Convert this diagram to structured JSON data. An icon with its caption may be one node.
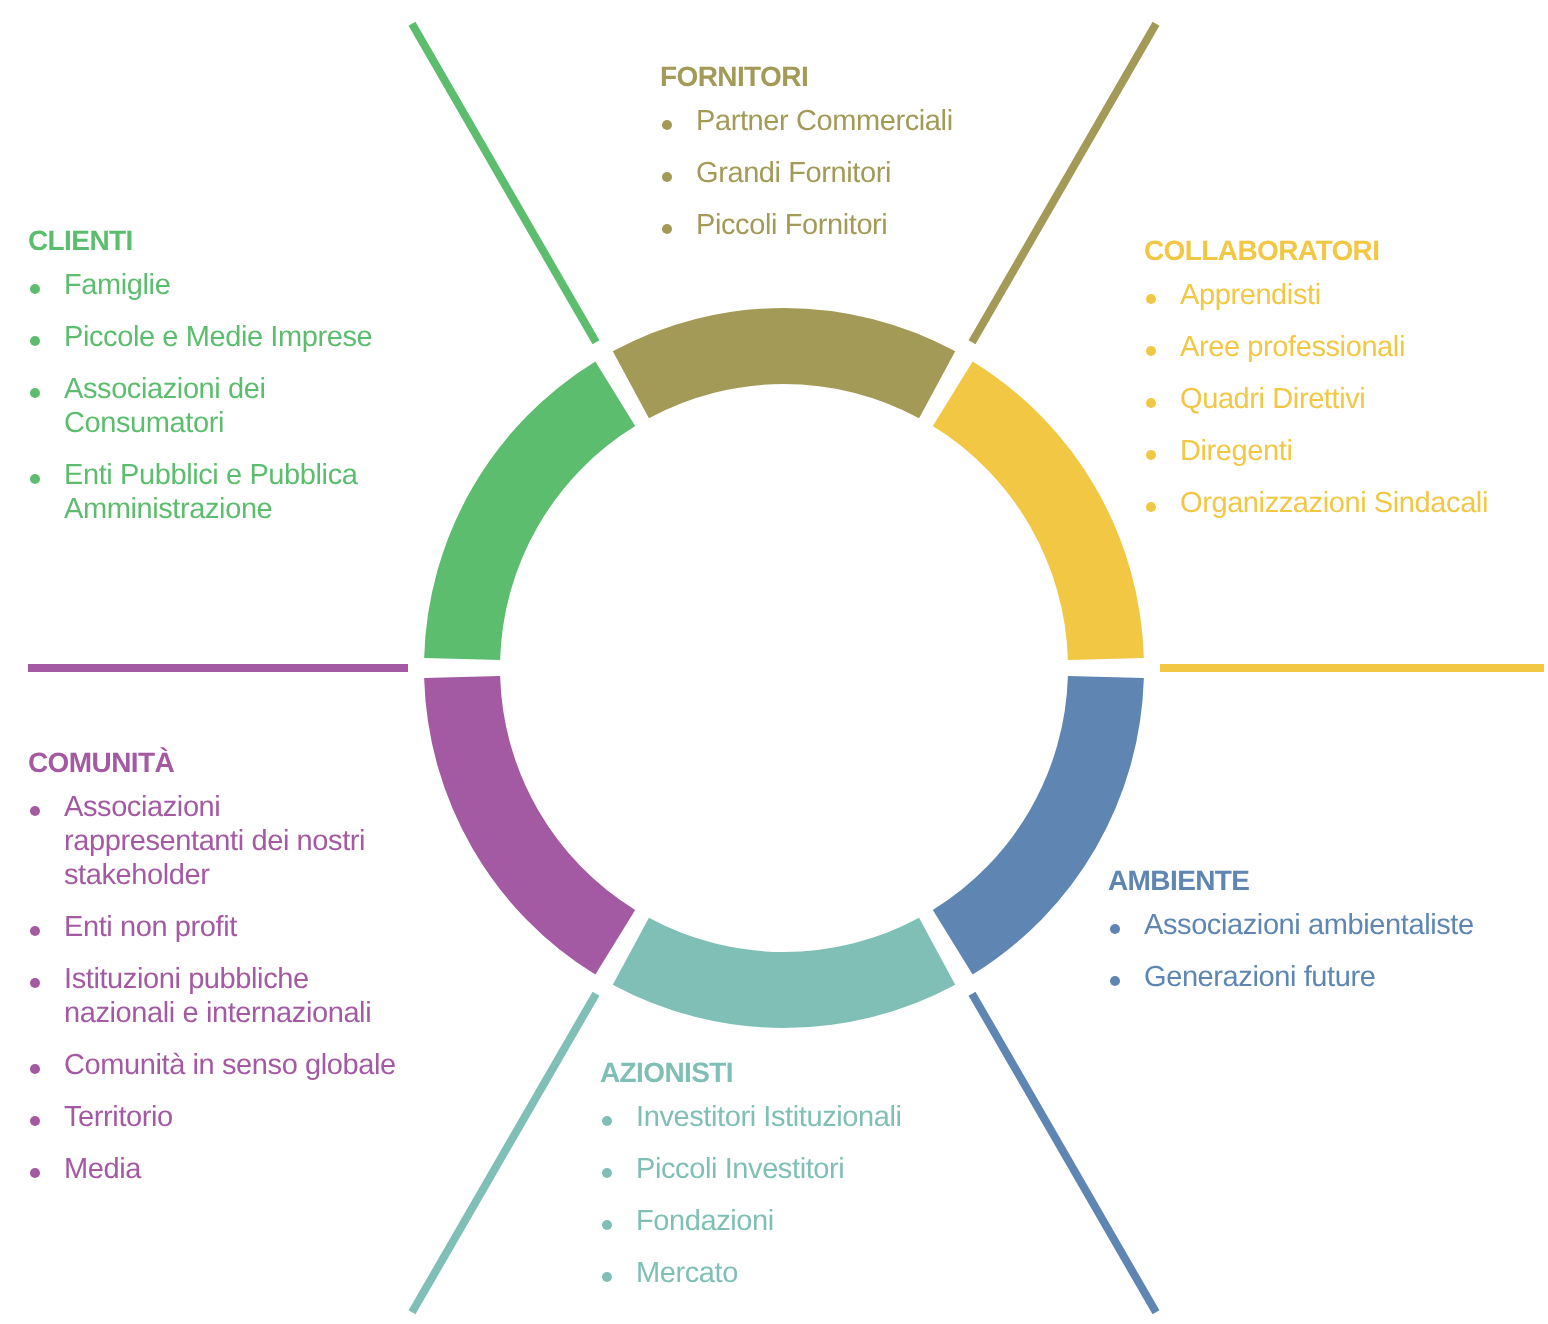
{
  "diagram": {
    "nodes": [
      {
        "text": [],
        "shape": "arc",
        "beside": [
          "FORNITORI",
          "Partner Commerciali",
          "Grandi Fornitori",
          "Piccoli Fornitori"
        ]
      },
      {
        "text": [],
        "shape": "arc",
        "beside": [
          "CLIENTI",
          "Famiglie",
          "Piccole e Medie Imprese",
          "Associazioni dei Consumatori",
          "Enti Pubblici e Pubblica Amministrazione"
        ]
      },
      {
        "text": [],
        "shape": "arc",
        "beside": [
          "COLLABORATORI",
          "Apprendisti",
          "Aree professionali",
          "Quadri Direttivi",
          "Diregenti",
          "Organizzazioni Sindacali"
        ]
      },
      {
        "text": [],
        "shape": "arc",
        "beside": [
          "COMUNITÀ",
          "Associazioni rappresentanti dei nostri stakeholder",
          "Enti non profit",
          "Istituzioni pubbliche nazionali e internazionali",
          "Comunità in senso globale",
          "Territorio",
          "Media"
        ]
      },
      {
        "text": [],
        "shape": "arc",
        "beside": [
          "AMBIENTE",
          "Associazioni ambientaliste",
          "Generazioni future"
        ]
      },
      {
        "text": [],
        "shape": "arc",
        "beside": [
          "AZIONISTI",
          "Investitori Istituzionali",
          "Piccoli Investitori",
          "Fondazioni",
          "Mercato"
        ]
      }
    ]
  }
}
